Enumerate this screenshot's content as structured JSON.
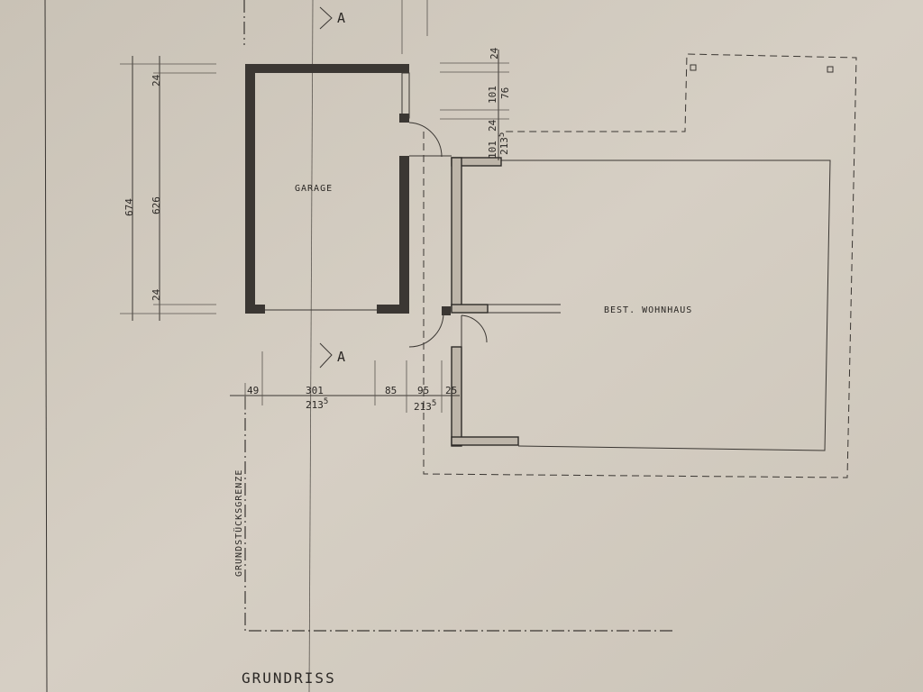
{
  "title": "GRUNDRISS",
  "property_line_label": "GRUNDSTÜCKSGRENZE",
  "rooms": {
    "garage": "GARAGE",
    "house": "BEST. WOHNHAUS"
  },
  "section_marker": {
    "top": "A",
    "bottom": "A"
  },
  "dims_left": {
    "overall": "674",
    "inner": "626",
    "top_wall": "24",
    "bottom_wall": "24"
  },
  "dims_right": {
    "d1": "24",
    "d2": "101",
    "d3": "76",
    "d4": "24",
    "d5": "101",
    "d6": "213",
    "d6_sup": "5"
  },
  "dims_bottom": {
    "d1": "49",
    "d2": "301",
    "d2_sub": "213",
    "d2_sup": "5",
    "d3": "85",
    "d4": "95",
    "d4_sub": "213",
    "d4_sup": "5",
    "d5": "25"
  }
}
